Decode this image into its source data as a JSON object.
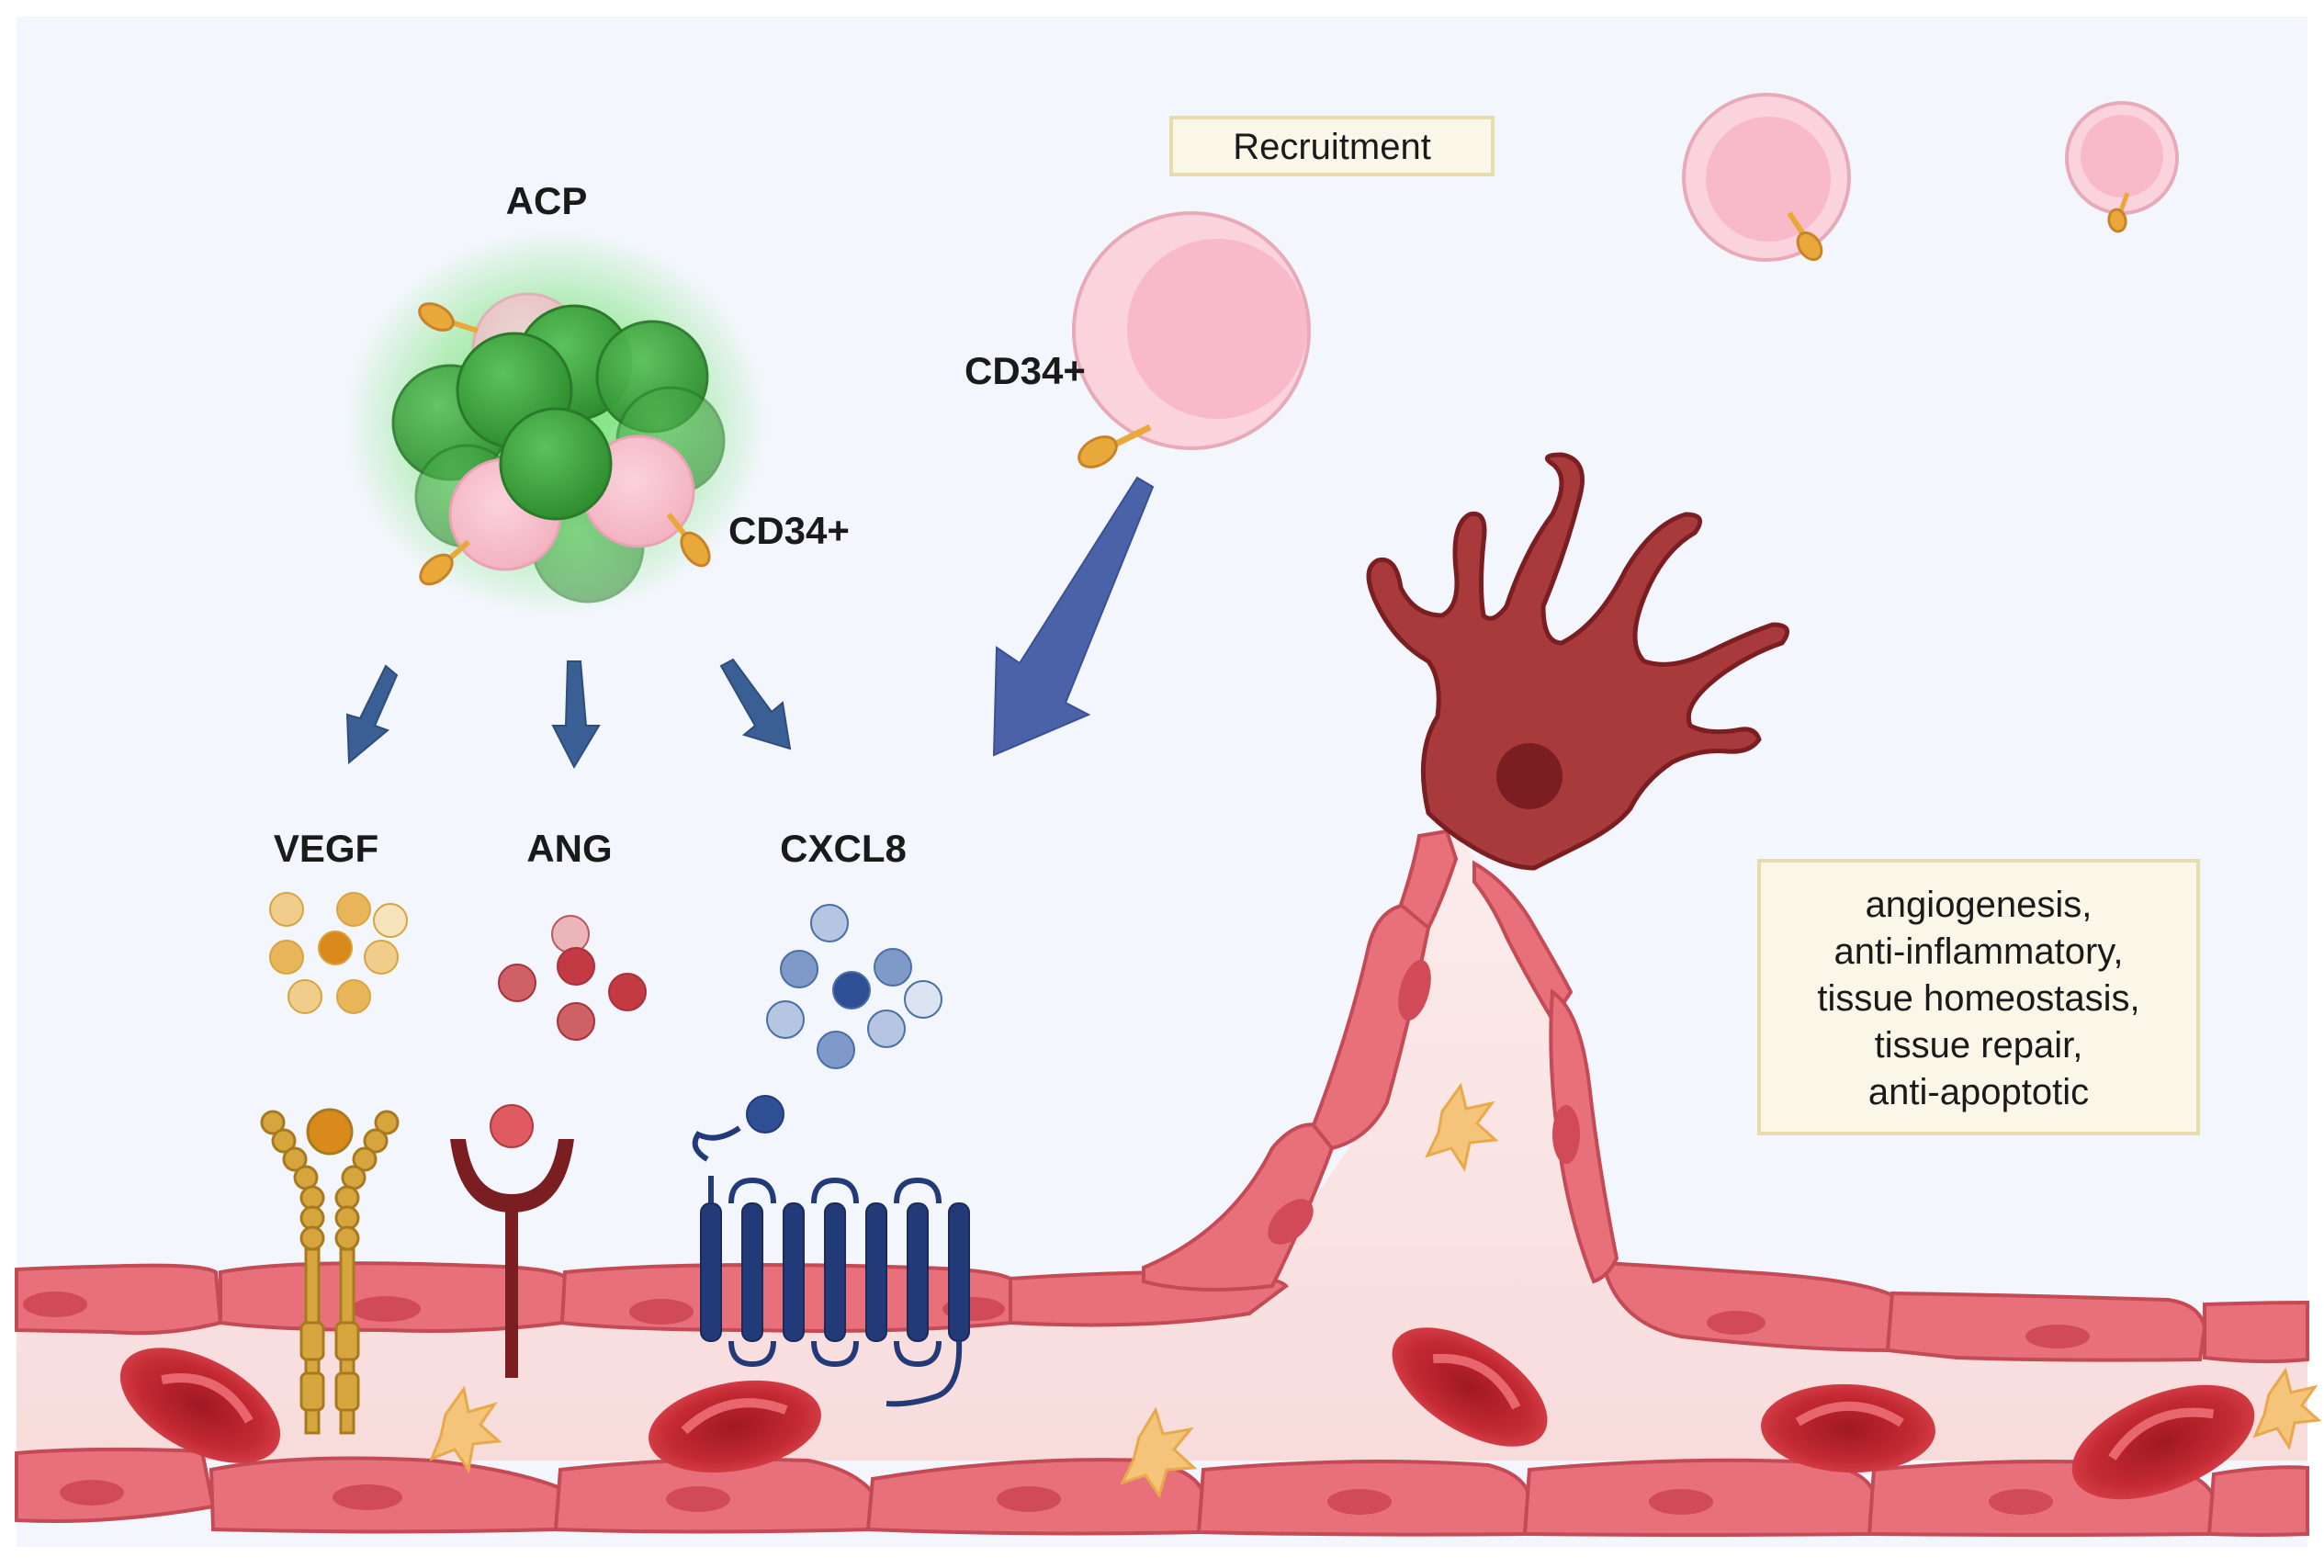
{
  "labels": {
    "acp": "ACP",
    "cd34_cluster": "CD34+",
    "cd34_cell": "CD34+",
    "recruitment": "Recruitment",
    "vegf": "VEGF",
    "ang": "ANG",
    "cxcl8": "CXCL8"
  },
  "effects": {
    "lines": [
      "angiogenesis,",
      "anti-inflammatory,",
      "tissue homeostasis,",
      "tissue repair,",
      "anti-apoptotic"
    ]
  },
  "colors": {
    "background": "#f3f6fc",
    "endothelium": "#e8707a",
    "endothelium_light": "#f7d4d6",
    "lumen": "#fbe9e8",
    "erythrocyte": "#c0262f",
    "tip_cell": "#a83a3c",
    "acp_green": "#3aa83a",
    "cd34_pink": "#f9c6d2",
    "cd34_marker": "#e9a93a",
    "arrow": "#3a5f94",
    "big_arrow": "#4a63a8",
    "vegf": "#e0a84a",
    "ang": "#c8474e",
    "cxcl8": "#5b7fb8",
    "receptor_vegf": "#d6a53e",
    "receptor_ang": "#7a1e22",
    "receptor_cxcl8": "#233a78",
    "box_fill": "#fbf7e8",
    "box_border": "#e6dcae"
  }
}
